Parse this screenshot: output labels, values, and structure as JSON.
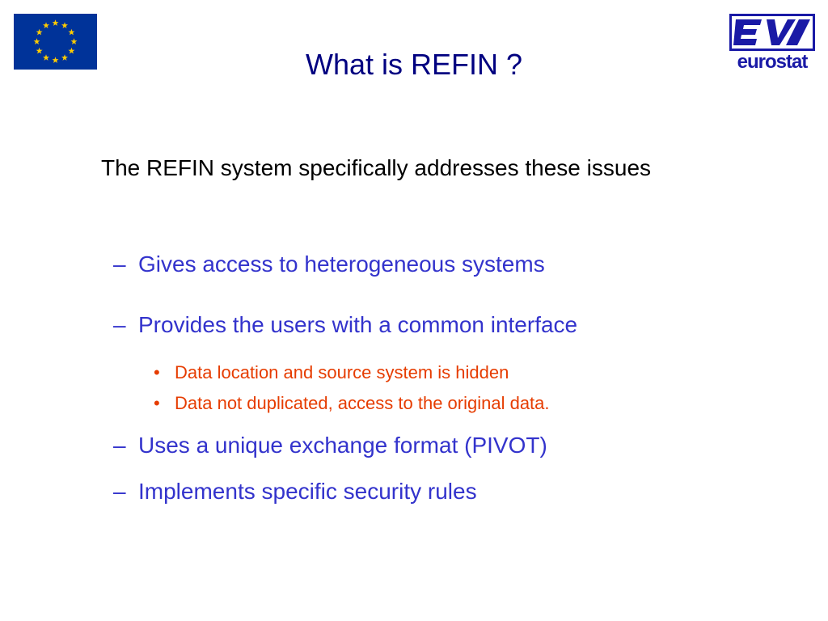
{
  "slide": {
    "title": "What is REFIN ?",
    "intro": "The REFIN system specifically addresses these issues",
    "points": [
      {
        "marker": "–",
        "text": "Gives access to heterogeneous systems"
      },
      {
        "marker": "–",
        "text": "Provides the users with a common interface"
      },
      {
        "marker": "•",
        "text": "Data location and source system is hidden"
      },
      {
        "marker": "•",
        "text": "Data not duplicated, access to the original data."
      },
      {
        "marker": "–",
        "text": "Uses a unique exchange format (PIVOT)"
      },
      {
        "marker": "–",
        "text": "Implements specific security rules"
      }
    ]
  },
  "logos": {
    "eurostat_text": "eurostat",
    "eu_flag_icon": "eu-flag-icon",
    "eurostat_icon": "eurostat-logo-icon"
  },
  "colors": {
    "title": "#000080",
    "intro": "#000000",
    "level1": "#3333cc",
    "level2": "#e63c00",
    "flag_blue": "#003399",
    "flag_star": "#ffcc00",
    "eurostat_blue": "#1a1aa6"
  }
}
